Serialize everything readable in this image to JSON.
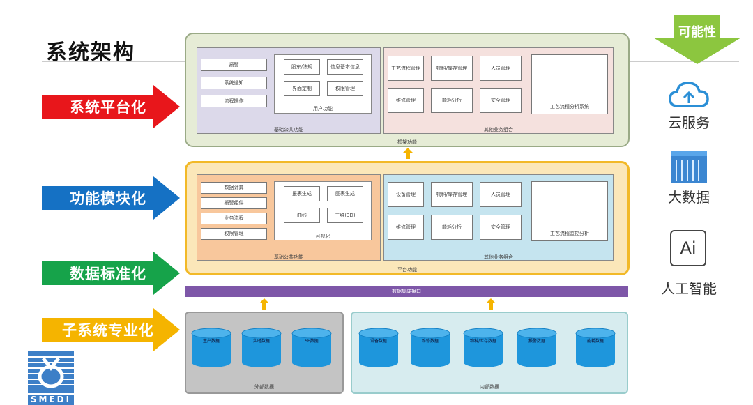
{
  "title": "系统架构",
  "left_arrows": [
    {
      "label": "系统平台化",
      "color": "#e8161b"
    },
    {
      "label": "功能模块化",
      "color": "#1571c4"
    },
    {
      "label": "数据标准化",
      "color": "#16a34a"
    },
    {
      "label": "子系统专业化",
      "color": "#f5b400"
    }
  ],
  "top_arrow": {
    "label": "可能性",
    "color": "#8cc63f"
  },
  "right_items": [
    {
      "label": "云服务",
      "icon": "cloud-icon"
    },
    {
      "label": "大数据",
      "icon": "server-icon"
    },
    {
      "label": "人工智能",
      "icon": "ai-icon",
      "icon_text": "Ai"
    }
  ],
  "platform": {
    "bottom_label": "框架功能",
    "basic": {
      "caption": "基础公共功能",
      "left_items": [
        "报警",
        "系统通知",
        "流程操作"
      ],
      "inner": {
        "caption": "用户功能",
        "items": [
          "股东/法规",
          "信息基本信息",
          "界面定制",
          "权限管理"
        ]
      }
    },
    "business": {
      "caption": "其他业务组合",
      "items": [
        "工艺流程管理",
        "物料/库存管理",
        "人员管理",
        "维修管理",
        "能耗分析",
        "安全管理"
      ],
      "big": "工艺流程分析系统"
    }
  },
  "module": {
    "bottom_label": "平台功能",
    "basic": {
      "caption": "基础公共功能",
      "left_items": [
        "数据计算",
        "报警组件",
        "业务流程",
        "权限管理"
      ],
      "inner": {
        "caption": "可视化",
        "items": [
          "报表生成",
          "图表生成",
          "曲线",
          "三维(3D)"
        ]
      }
    },
    "business": {
      "caption": "其他业务组合",
      "items": [
        "设备管理",
        "物料/库存管理",
        "人员管理",
        "维修管理",
        "能耗分析",
        "安全管理"
      ],
      "big": "工艺流程监控分析"
    }
  },
  "data_bar": {
    "label": "数据集成接口",
    "color": "#7e57a8"
  },
  "external": {
    "caption": "外部数据",
    "items": [
      "生产数据",
      "实时数据",
      "SE数据"
    ]
  },
  "internal": {
    "caption": "内部数据",
    "items": [
      "设备数据",
      "维修数据",
      "物料/库存数据",
      "报警数据",
      "能耗数据"
    ]
  },
  "logo_text": "SMEDI"
}
